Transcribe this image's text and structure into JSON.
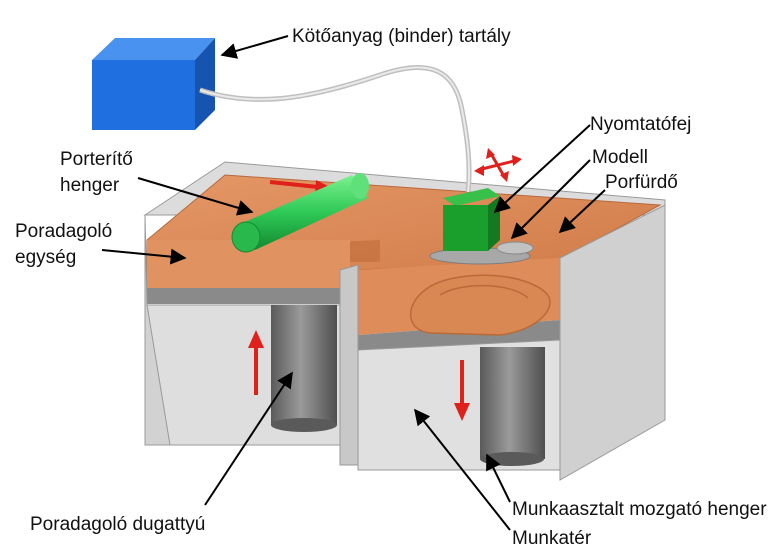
{
  "labels": {
    "binder_tank": "Kötőanyag (binder) tartály",
    "print_head": "Nyomtatófej",
    "model": "Modell",
    "powder_bed": "Porfürdő",
    "roller_line1": "Porterítő",
    "roller_line2": "henger",
    "feed_unit_line1": "Poradagoló",
    "feed_unit_line2": "egység",
    "feed_piston": "Poradagoló dugattyú",
    "build_piston": "Munkaasztalt mozgató henger",
    "build_chamber": "Munkatér"
  },
  "colors": {
    "binder_tank": "#1f6fe0",
    "roller": "#2ec956",
    "print_head": "#1a9e2c",
    "powder": "#d98552",
    "wall": "#d4d4d4",
    "piston": "#7d7d7d",
    "motion_arrow": "#e0201b"
  },
  "icons": {
    "head_motion": "four-way-arrow-icon"
  }
}
